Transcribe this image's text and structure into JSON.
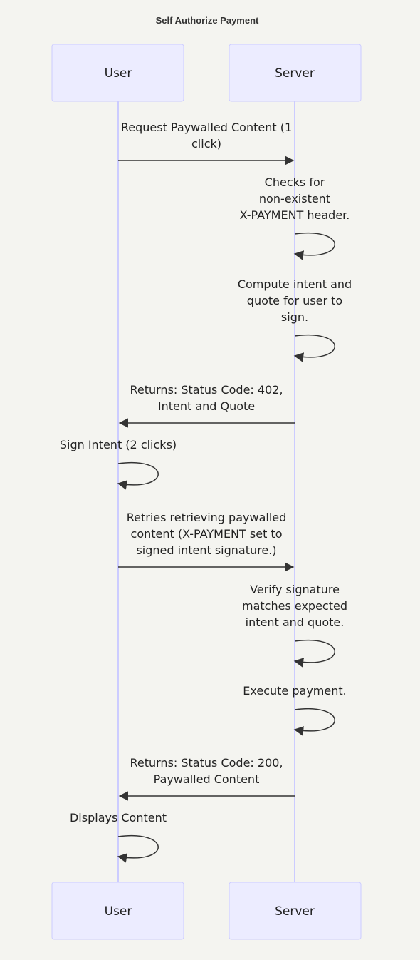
{
  "title": "Self Authorize Payment",
  "actors": [
    {
      "id": "user",
      "label": "User"
    },
    {
      "id": "server",
      "label": "Server"
    }
  ],
  "messages": [
    {
      "from": "user",
      "to": "server",
      "lines": [
        "Request Paywalled Content (1",
        "click)"
      ]
    },
    {
      "from": "server",
      "to": "server",
      "lines": [
        "Checks for",
        "non-existent",
        "X-PAYMENT header."
      ]
    },
    {
      "from": "server",
      "to": "server",
      "lines": [
        "Compute intent and",
        "quote for user to",
        "sign."
      ]
    },
    {
      "from": "server",
      "to": "user",
      "lines": [
        "Returns: Status Code: 402,",
        "Intent and Quote"
      ]
    },
    {
      "from": "user",
      "to": "user",
      "lines": [
        "Sign Intent (2 clicks)"
      ]
    },
    {
      "from": "user",
      "to": "server",
      "lines": [
        "Retries retrieving paywalled",
        "content (X-PAYMENT set to",
        "signed intent signature.)"
      ]
    },
    {
      "from": "server",
      "to": "server",
      "lines": [
        "Verify signature",
        "matches expected",
        "intent and quote."
      ]
    },
    {
      "from": "server",
      "to": "server",
      "lines": [
        "Execute payment."
      ]
    },
    {
      "from": "server",
      "to": "user",
      "lines": [
        "Returns: Status Code: 200,",
        "Paywalled Content"
      ]
    },
    {
      "from": "user",
      "to": "user",
      "lines": [
        "Displays Content"
      ]
    }
  ],
  "colors": {
    "background": "#f4f4f0",
    "actor_fill": "#ececff",
    "actor_border": "#ccccff",
    "lifeline": "#ccccff",
    "arrow": "#333333",
    "text": "#222222"
  }
}
